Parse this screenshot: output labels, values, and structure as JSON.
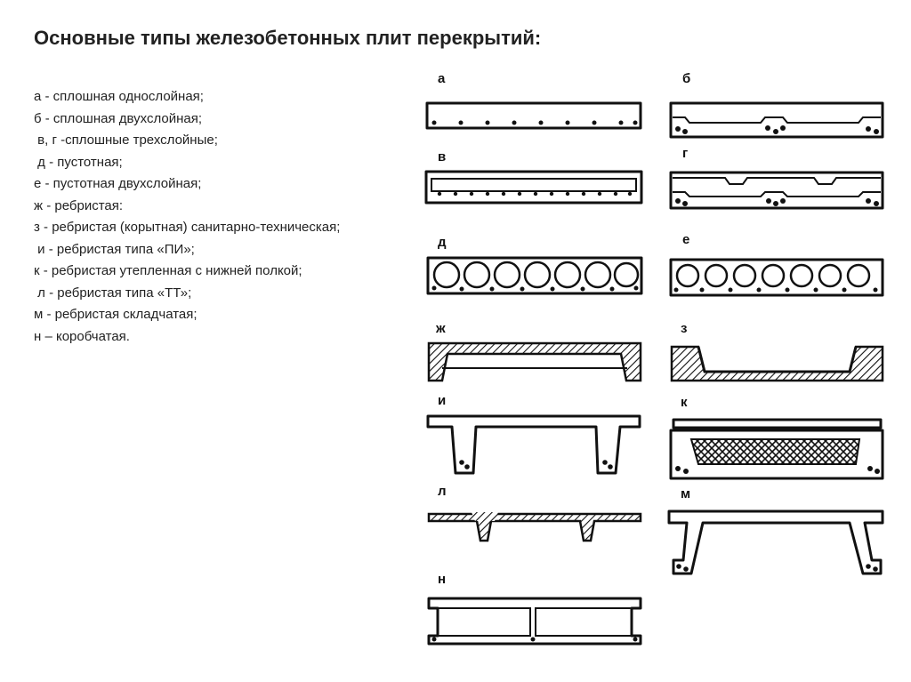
{
  "title": "Основные типы железобетонных плит перекрытий:",
  "legend": [
    "а - сплошная однослойная;",
    "б - сплошная двухслойная;",
    " в, г -сплошные трехслойные;",
    " д - пустотная;",
    "е - пустотная двухслойная;",
    "ж - ребристая:",
    "з - ребристая (корытная) санитарно-техническая;",
    " и - ребристая типа «ПИ»;",
    "к - ребристая утепленная с нижней полкой;",
    " л - ребристая типа «ТТ»;",
    "м - ребристая складчатая;",
    "н – коробчатая."
  ],
  "slabs": {
    "a": {
      "label": "а"
    },
    "b": {
      "label": "б"
    },
    "v": {
      "label": "в"
    },
    "g": {
      "label": "г"
    },
    "d": {
      "label": "д"
    },
    "e": {
      "label": "е"
    },
    "zh": {
      "label": "ж"
    },
    "z": {
      "label": "з"
    },
    "i": {
      "label": "и"
    },
    "k": {
      "label": "к"
    },
    "l": {
      "label": "л"
    },
    "m": {
      "label": "м"
    },
    "n": {
      "label": "н"
    }
  }
}
